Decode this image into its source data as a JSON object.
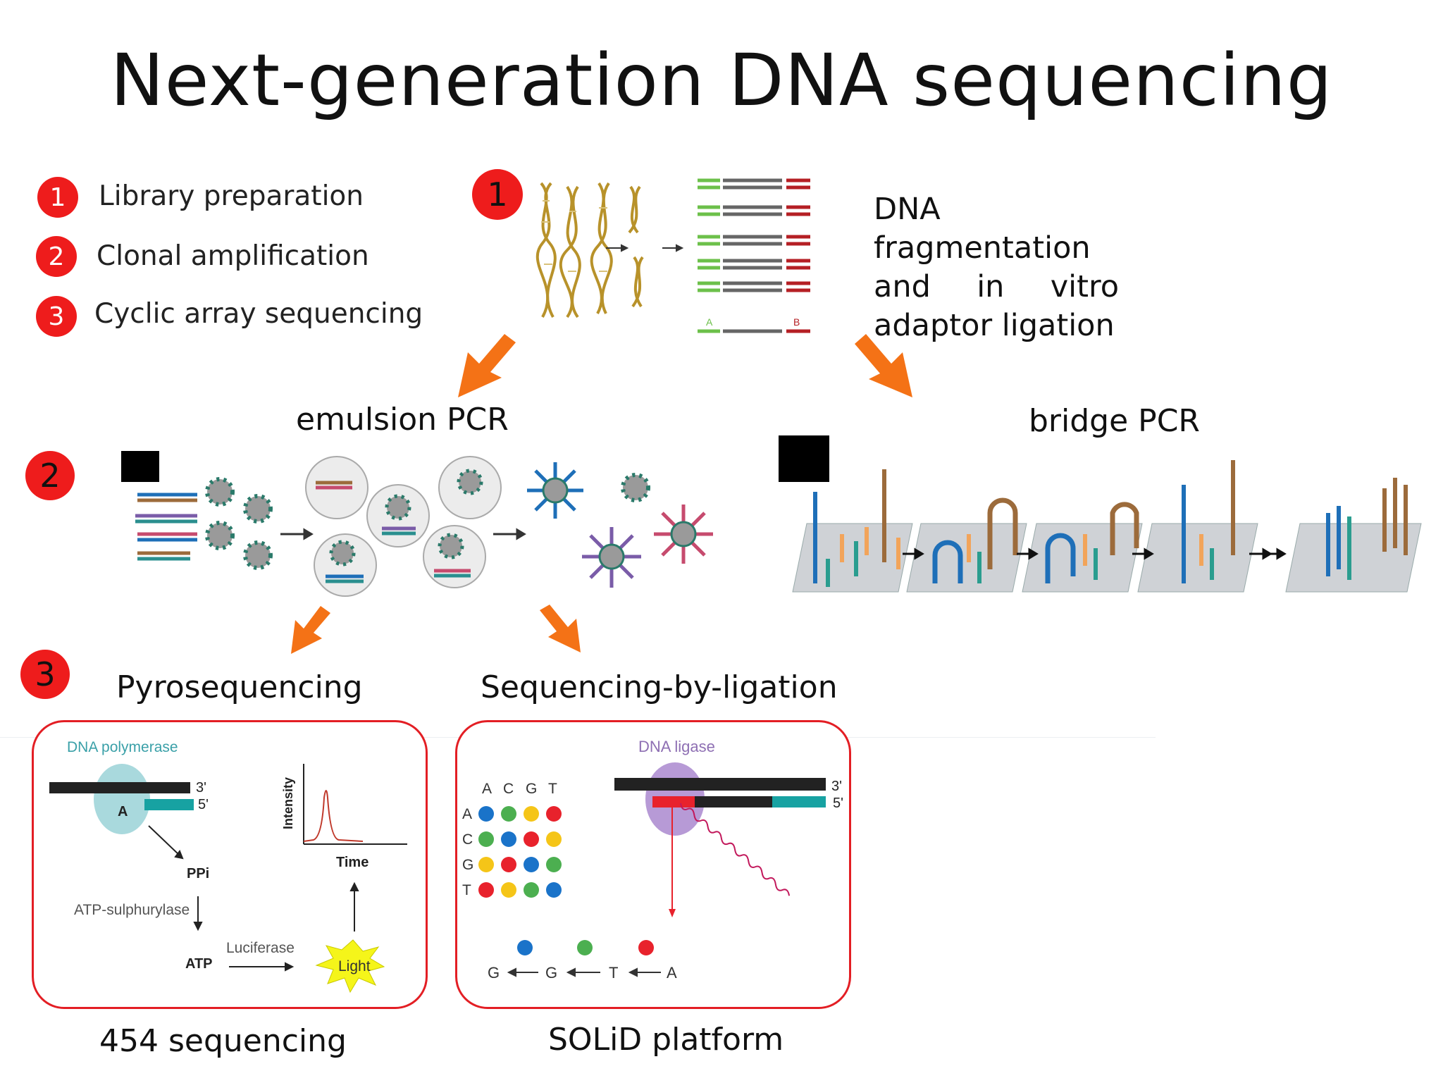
{
  "title": "Next-generation DNA sequencing",
  "steps": [
    {
      "number": "1",
      "label": "Library preparation"
    },
    {
      "number": "2",
      "label": "Clonal amplification"
    },
    {
      "number": "3",
      "label": "Cyclic array sequencing"
    }
  ],
  "section_badges": {
    "one": "1",
    "two": "2",
    "three": "3"
  },
  "fragmentation": {
    "line1": "DNA",
    "line2": "fragmentation",
    "line3_words": [
      "and",
      "in",
      "vitro"
    ],
    "line4": "adaptor ligation",
    "adaptor_a": "A",
    "adaptor_b": "B"
  },
  "amplification": {
    "emulsion": "emulsion PCR",
    "bridge": "bridge PCR"
  },
  "methods": {
    "pyro": "Pyrosequencing",
    "ligation": "Sequencing-by-ligation"
  },
  "pyro_panel": {
    "polymerase": "DNA polymerase",
    "base": "A",
    "three_prime": "3'",
    "five_prime": "5'",
    "ppi": "PPi",
    "sulphurylase": "ATP-sulphurylase",
    "atp": "ATP",
    "luciferase": "Luciferase",
    "light": "Light",
    "intensity": "Intensity",
    "time": "Time"
  },
  "ligation_panel": {
    "ligase": "DNA ligase",
    "three_prime": "3'",
    "five_prime": "5'",
    "matrix_cols": [
      "A",
      "C",
      "G",
      "T"
    ],
    "matrix_rows": [
      "A",
      "C",
      "G",
      "T"
    ],
    "sequence": [
      "G",
      "G",
      "T",
      "A"
    ]
  },
  "platforms": {
    "p454": "454 sequencing",
    "solid": "SOLiD platform"
  },
  "colors": {
    "badge_red": "#ee1c1c",
    "arrow_orange": "#f47216",
    "panel_border": "#e31e24",
    "dot_blue": "#1a73c9",
    "dot_green": "#4caf50",
    "dot_yellow": "#f5c518",
    "dot_red": "#e8222c"
  }
}
